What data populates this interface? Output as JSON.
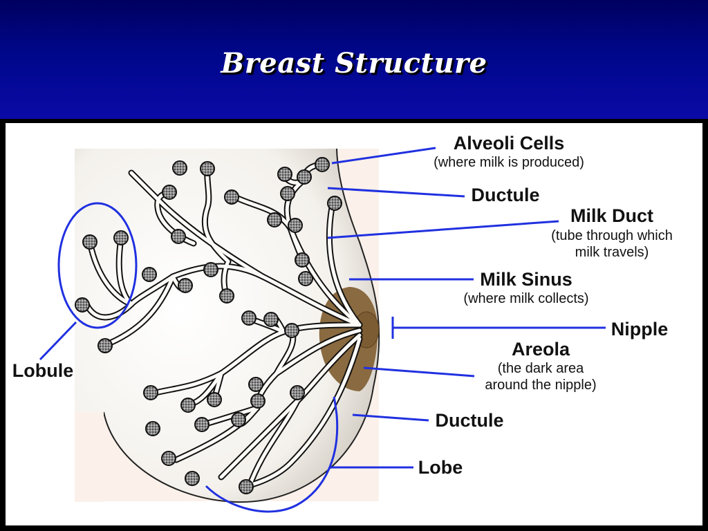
{
  "slide": {
    "title": "Breast Structure"
  },
  "labels": {
    "alveoli_cells": "Alveoli Cells",
    "alveoli_cells_note": "(where milk is produced)",
    "ductule_top": "Ductule",
    "milk_duct": "Milk Duct",
    "milk_duct_note_1": "(tube through which",
    "milk_duct_note_2": "milk travels)",
    "milk_sinus": "Milk Sinus",
    "milk_sinus_note": "(where milk collects)",
    "nipple": "Nipple",
    "areola": "Areola",
    "areola_note_1": "(the dark area",
    "areola_note_2": "around the nipple)",
    "ductule_bottom": "Ductule",
    "lobe": "Lobe",
    "lobule": "Lobule"
  },
  "colors": {
    "header_blue": "#0008a0",
    "leader_line": "#2030e0",
    "areola": "#8a6a40",
    "skin_background": "#fbf1ea"
  }
}
